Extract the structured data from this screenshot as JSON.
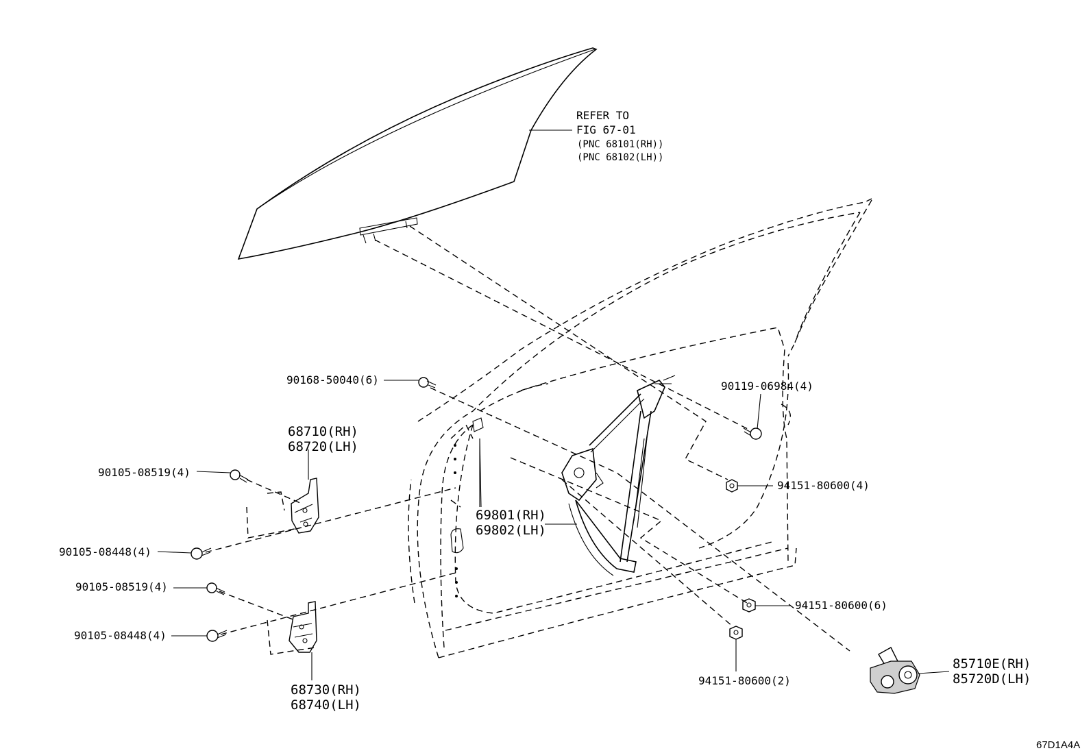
{
  "refer": {
    "line1": "REFER TO",
    "line2": "FIG 67-01",
    "line3": "(PNC 68101(RH))",
    "line4": "(PNC 68102(LH))"
  },
  "labels": {
    "bolt_90168": "90168-50040(6)",
    "hinge_upper_rh": "68710(RH)",
    "hinge_upper_lh": "68720(LH)",
    "bolt_90105_08519_a": "90105-08519(4)",
    "bolt_90105_08448_a": "90105-08448(4)",
    "bolt_90105_08519_b": "90105-08519(4)",
    "bolt_90105_08448_b": "90105-08448(4)",
    "hinge_lower_rh": "68730(RH)",
    "hinge_lower_lh": "68740(LH)",
    "regulator_rh": "69801(RH)",
    "regulator_lh": "69802(LH)",
    "bolt_90119": "90119-06984(4)",
    "nut_94151_4": "94151-80600(4)",
    "nut_94151_6": "94151-80600(6)",
    "nut_94151_2": "94151-80600(2)",
    "motor_rh": "85710E(RH)",
    "motor_lh": "85720D(LH)"
  },
  "figure_code": "67D1A4A"
}
